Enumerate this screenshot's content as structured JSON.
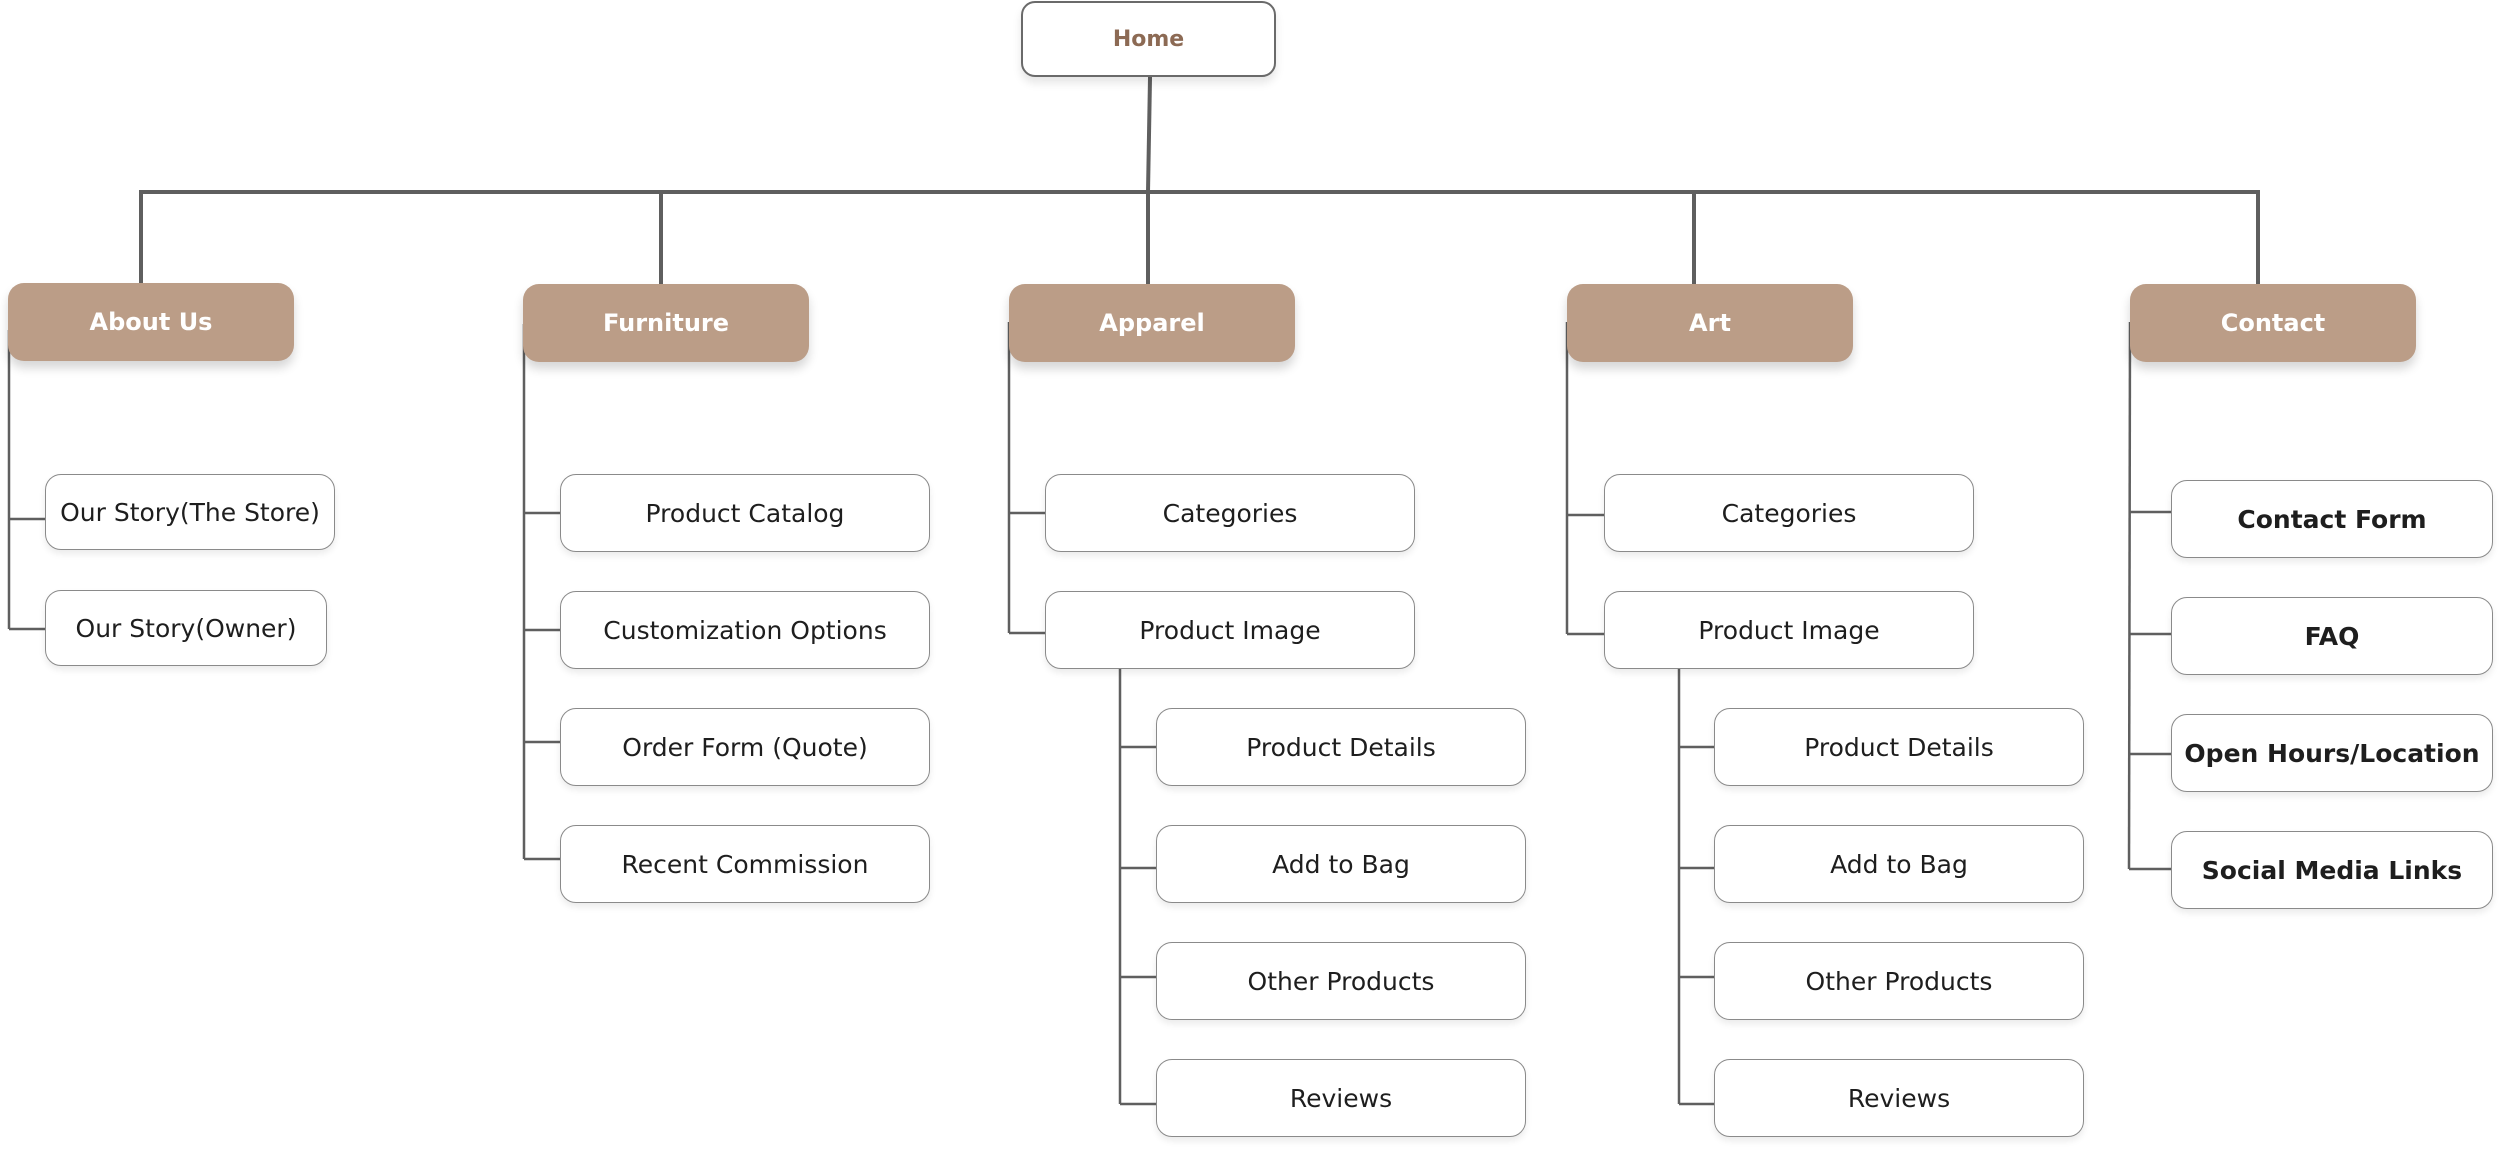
{
  "home": {
    "label": "Home"
  },
  "sections": [
    {
      "label": "About Us",
      "items": [
        "Our Story(The Store)",
        "Our Story(Owner)"
      ]
    },
    {
      "label": "Furniture",
      "items": [
        "Product Catalog",
        "Customization Options",
        "Order Form (Quote)",
        "Recent Commission"
      ]
    },
    {
      "label": "Apparel",
      "items": [
        "Categories",
        "Product Image"
      ],
      "subitems": [
        "Product Details",
        "Add to Bag",
        "Other Products",
        "Reviews"
      ]
    },
    {
      "label": "Art",
      "items": [
        "Categories",
        "Product Image"
      ],
      "subitems": [
        "Product Details",
        "Add to Bag",
        "Other Products",
        "Reviews"
      ]
    },
    {
      "label": "Contact",
      "items": [
        "Contact Form",
        "FAQ",
        "Open Hours/Location",
        "Social Media Links"
      ]
    }
  ],
  "colors": {
    "section_fill": "#bb9d87",
    "home_text": "#8c6a54",
    "connector": "#5f5f5f",
    "item_border": "#8a8a8a"
  }
}
